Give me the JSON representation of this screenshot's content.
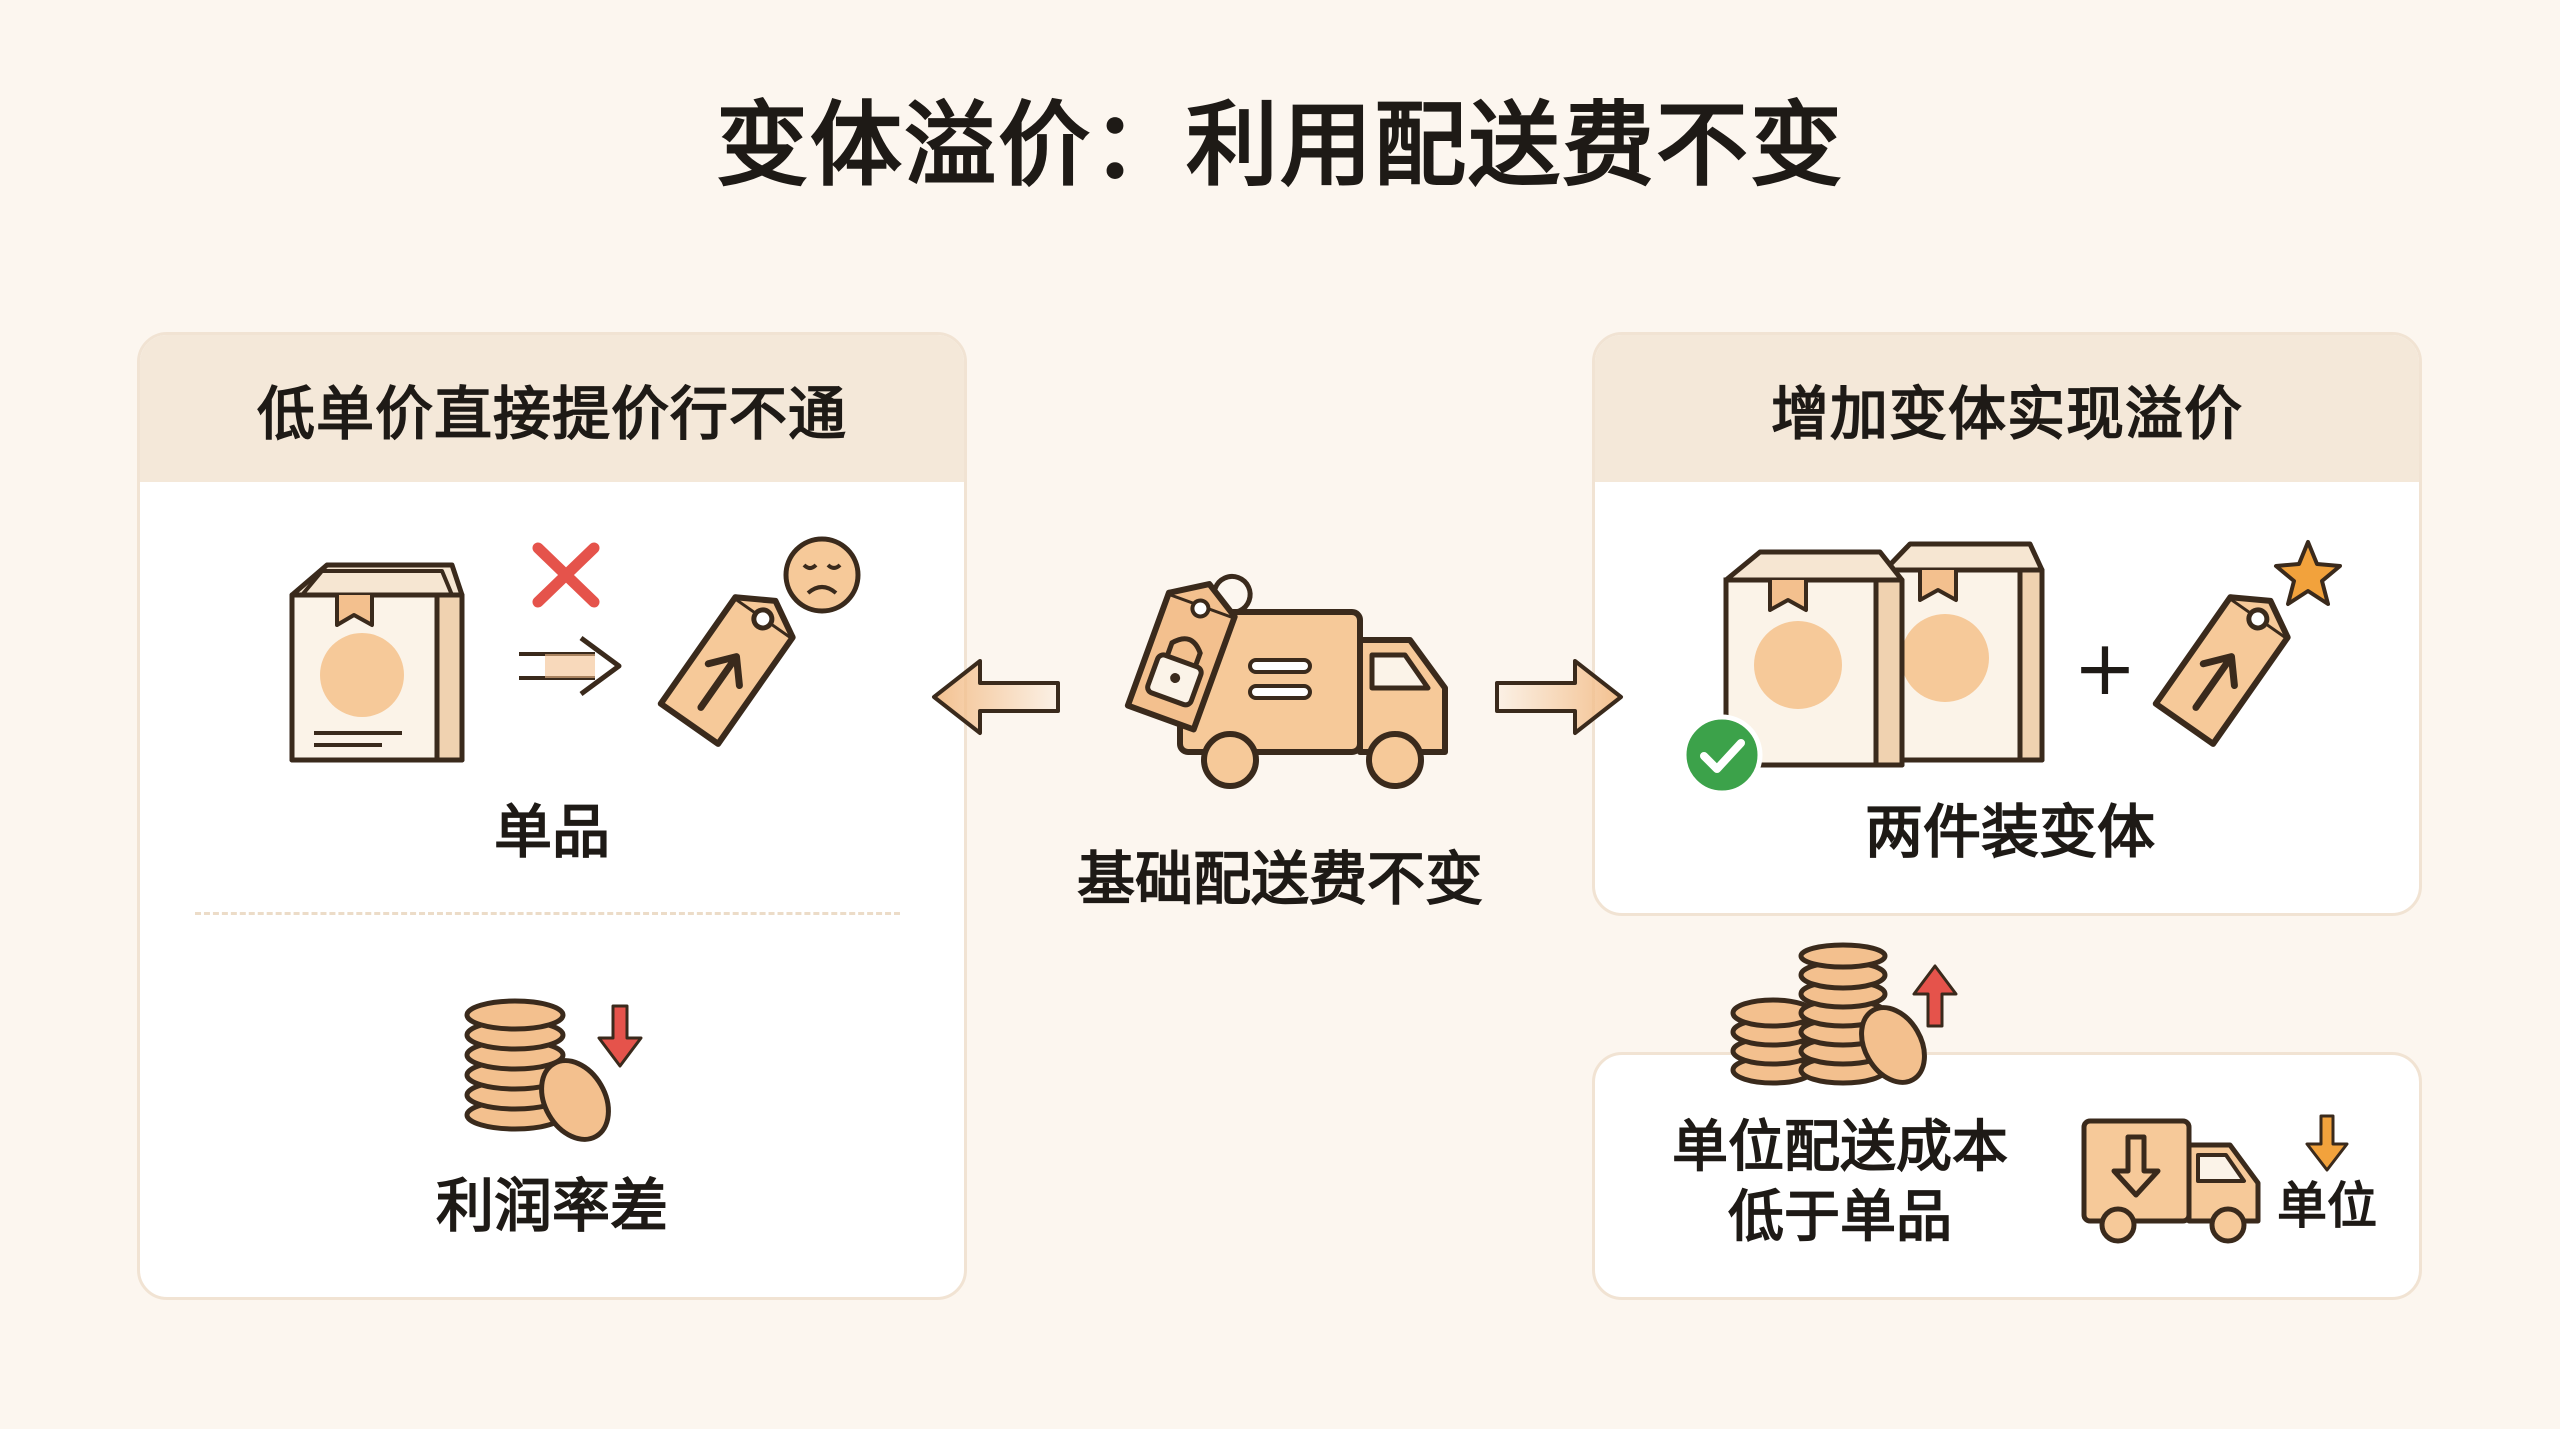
{
  "title": "变体溢价：利用配送费不变",
  "left_panel": {
    "heading": "低单价直接提价行不通",
    "single_item_label": "单品",
    "margin_label": "利润率差"
  },
  "center": {
    "label": "基础配送费不变"
  },
  "right_panel": {
    "heading": "增加变体实现溢价",
    "variant_label": "两件装变体",
    "plus_sign": "+",
    "cost_line1": "单位配送成本",
    "cost_line2": "低于单品",
    "unit_label": "单位"
  },
  "colors": {
    "background": "#fcf6ef",
    "header_fill": "#f4e8d9",
    "icon_fill": "#f6c999",
    "icon_stroke": "#3a2a1c",
    "arrow_fill": "#f3c08e",
    "red_mark": "#e5534b",
    "green_check": "#3ca24a",
    "star": "#f2a23c"
  },
  "icons": [
    "bag-icon",
    "cross-icon",
    "sad-face-icon",
    "price-tag-up-icon",
    "coins-icon",
    "arrow-down-icon",
    "arrow-up-icon",
    "delivery-truck-icon",
    "lock-tag-icon",
    "check-icon",
    "star-icon"
  ]
}
